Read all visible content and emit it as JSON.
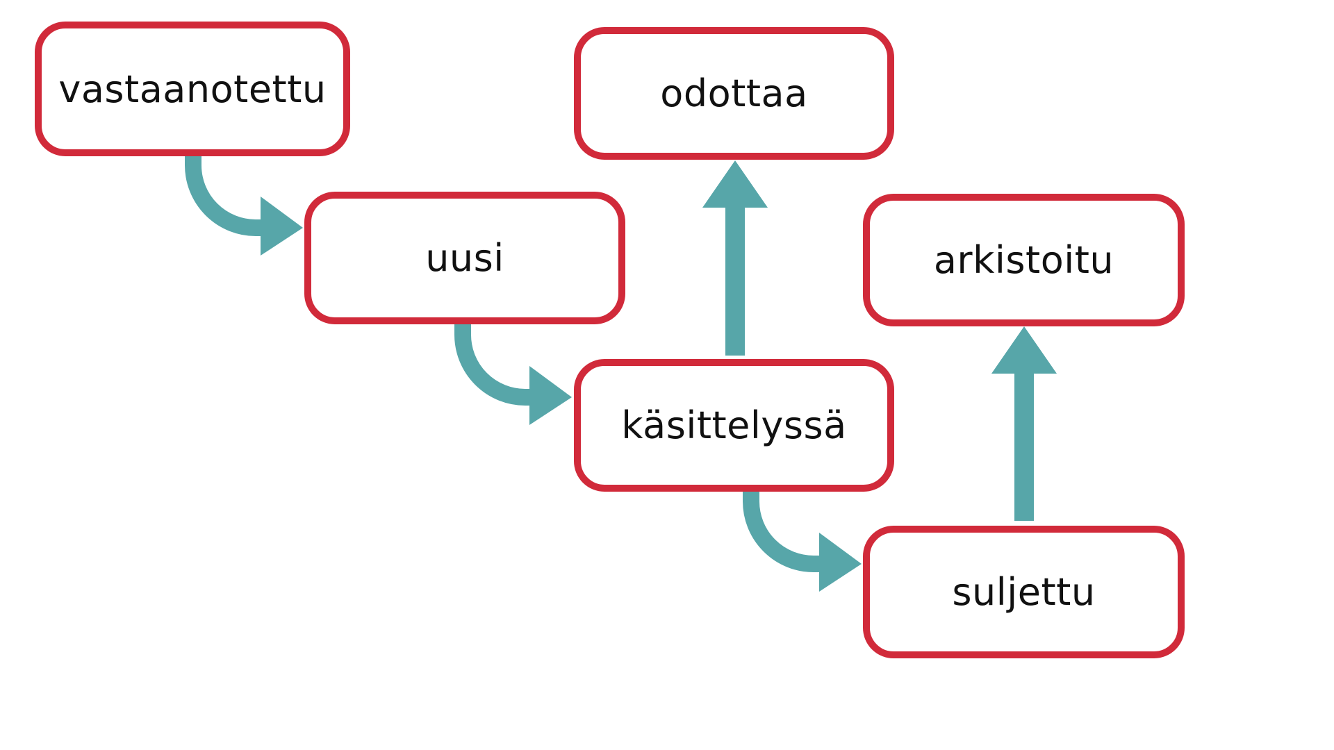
{
  "colors": {
    "node_border": "#d12a3a",
    "arrow": "#57a6a9",
    "text": "#111111",
    "background": "#ffffff"
  },
  "nodes": {
    "vastaanotettu": "vastaanotettu",
    "uusi": "uusi",
    "kasittelyssa": "käsittelyssä",
    "odottaa": "odottaa",
    "suljettu": "suljettu",
    "arkistoitu": "arkistoitu"
  },
  "edges": [
    {
      "from": "vastaanotettu",
      "to": "uusi"
    },
    {
      "from": "uusi",
      "to": "käsittelyssä"
    },
    {
      "from": "käsittelyssä",
      "to": "odottaa"
    },
    {
      "from": "käsittelyssä",
      "to": "suljettu"
    },
    {
      "from": "suljettu",
      "to": "arkistoitu"
    }
  ]
}
